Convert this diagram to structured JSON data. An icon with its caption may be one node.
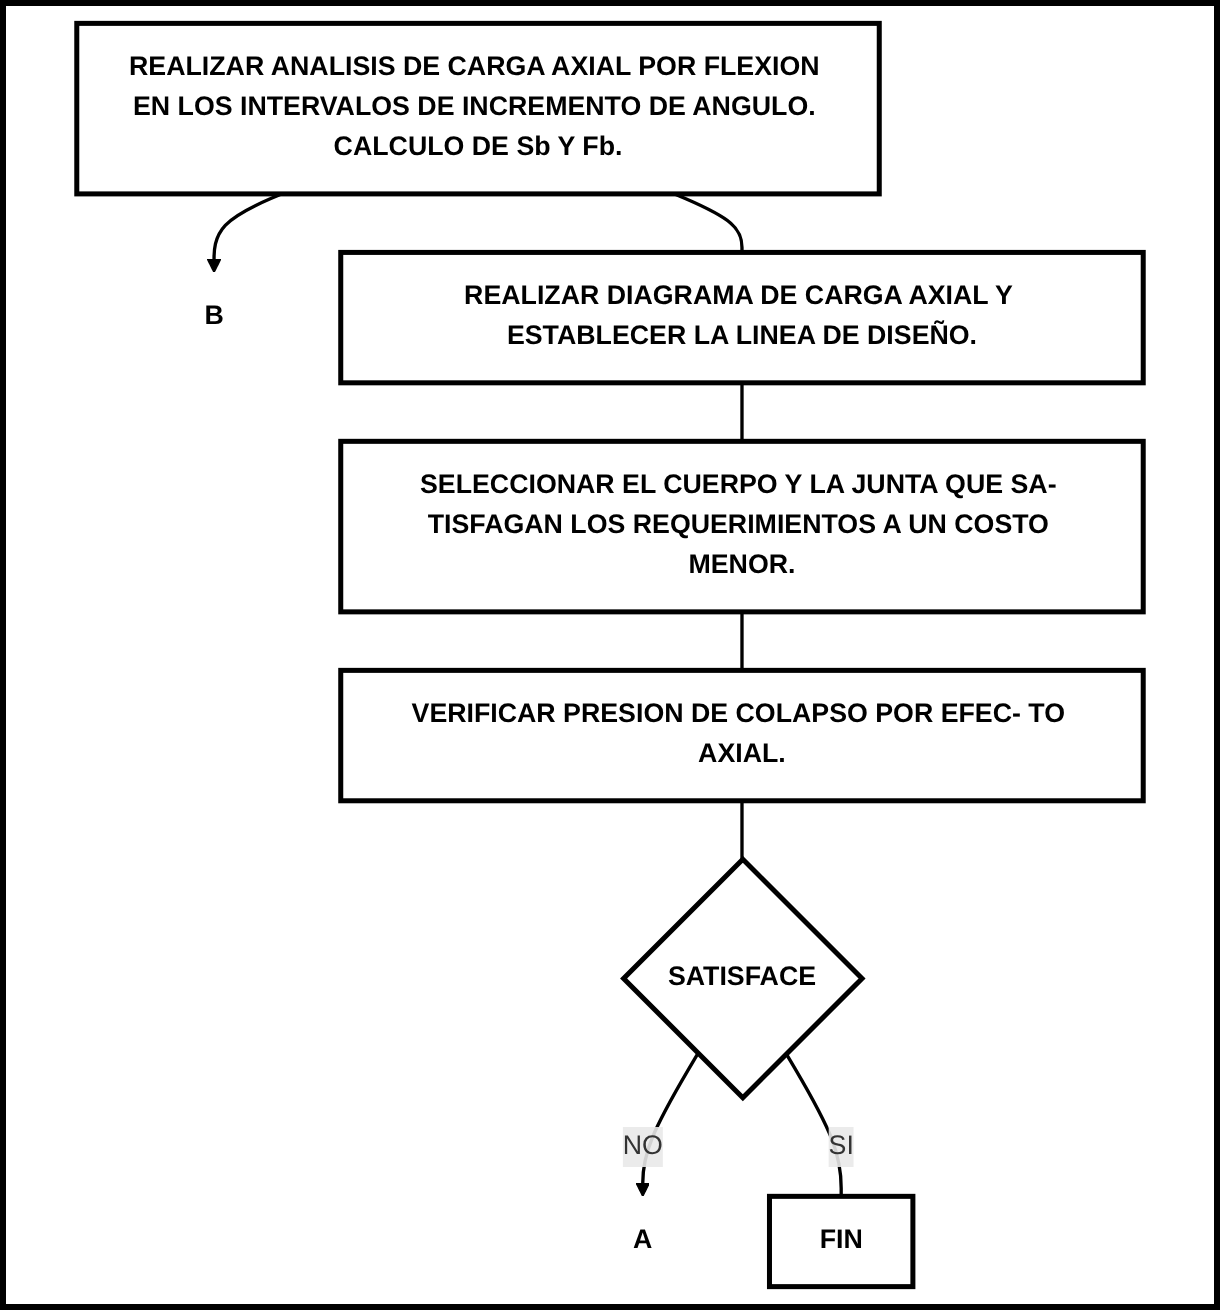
{
  "diagram": {
    "nodes": [
      {
        "text": [
          "B"
        ]
      },
      {
        "text": [
          "REALIZAR ANALISIS DE CARGA AXIAL POR FLEXION EN LOS INTERVALOS DE INCREMENTO DE ANGULO. CALCULO DE Sb Y Fb."
        ]
      },
      {
        "text": [
          "REALIZAR DIAGRAMA DE CARGA AXIAL Y ESTABLECER LA LINEA DE DISEÑO."
        ]
      },
      {
        "text": [
          "SELECCIONAR EL CUERPO Y LA JUNTA QUE SA- TISFAGAN LOS REQUERIMIENTOS A UN COSTO MENOR."
        ]
      },
      {
        "text": [
          "VERIFICAR PRESION DE COLAPSO POR EFEC- TO AXIAL."
        ]
      },
      {
        "text": [
          "SATISFACE"
        ]
      },
      {
        "text": [
          "A"
        ]
      },
      {
        "text": [
          "FIN"
        ]
      }
    ],
    "edges": [
      {
        "from": 1,
        "to": 0,
        "arrow": "to"
      },
      {
        "from": 1,
        "to": 2,
        "arrow": "none"
      },
      {
        "from": 2,
        "to": 3,
        "arrow": "none"
      },
      {
        "from": 3,
        "to": 4,
        "arrow": "none"
      },
      {
        "from": 4,
        "to": 5,
        "arrow": "none"
      },
      {
        "from": 5,
        "to": 6,
        "label": "NO",
        "arrow": "to"
      },
      {
        "from": 5,
        "to": 7,
        "label": "SI",
        "arrow": "none"
      }
    ]
  }
}
